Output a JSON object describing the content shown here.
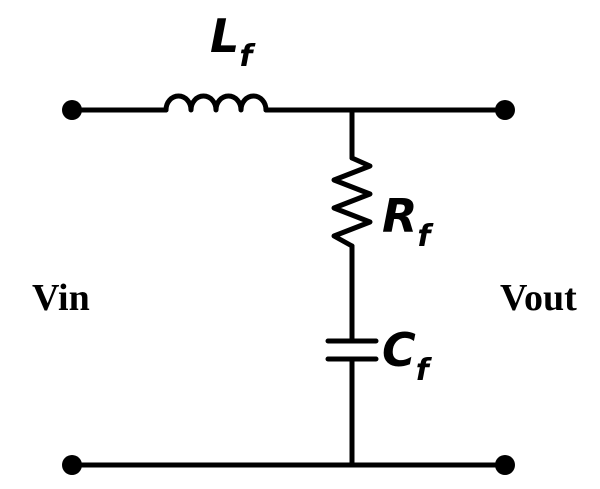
{
  "components": {
    "inductor": {
      "symbol": "L",
      "subscript": "f"
    },
    "resistor": {
      "symbol": "R",
      "subscript": "f"
    },
    "capacitor": {
      "symbol": "C",
      "subscript": "f"
    }
  },
  "ports": {
    "input": "Vin",
    "output": "Vout"
  },
  "colors": {
    "stroke": "#000000",
    "background": "#ffffff"
  }
}
